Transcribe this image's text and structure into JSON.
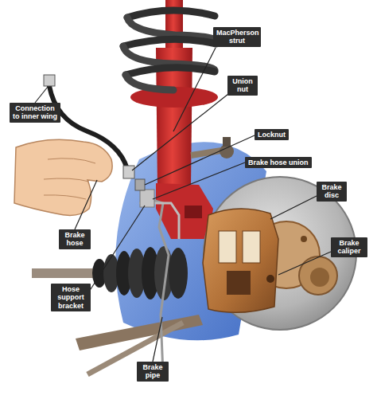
{
  "diagram": {
    "labels": [
      "MacPherson strut",
      "Union nut",
      "Connection to inner wing",
      "Locknut",
      "Brake hose union",
      "Brake disc",
      "Brake hose",
      "Brake caliper",
      "Hose support bracket",
      "Brake pipe"
    ]
  }
}
